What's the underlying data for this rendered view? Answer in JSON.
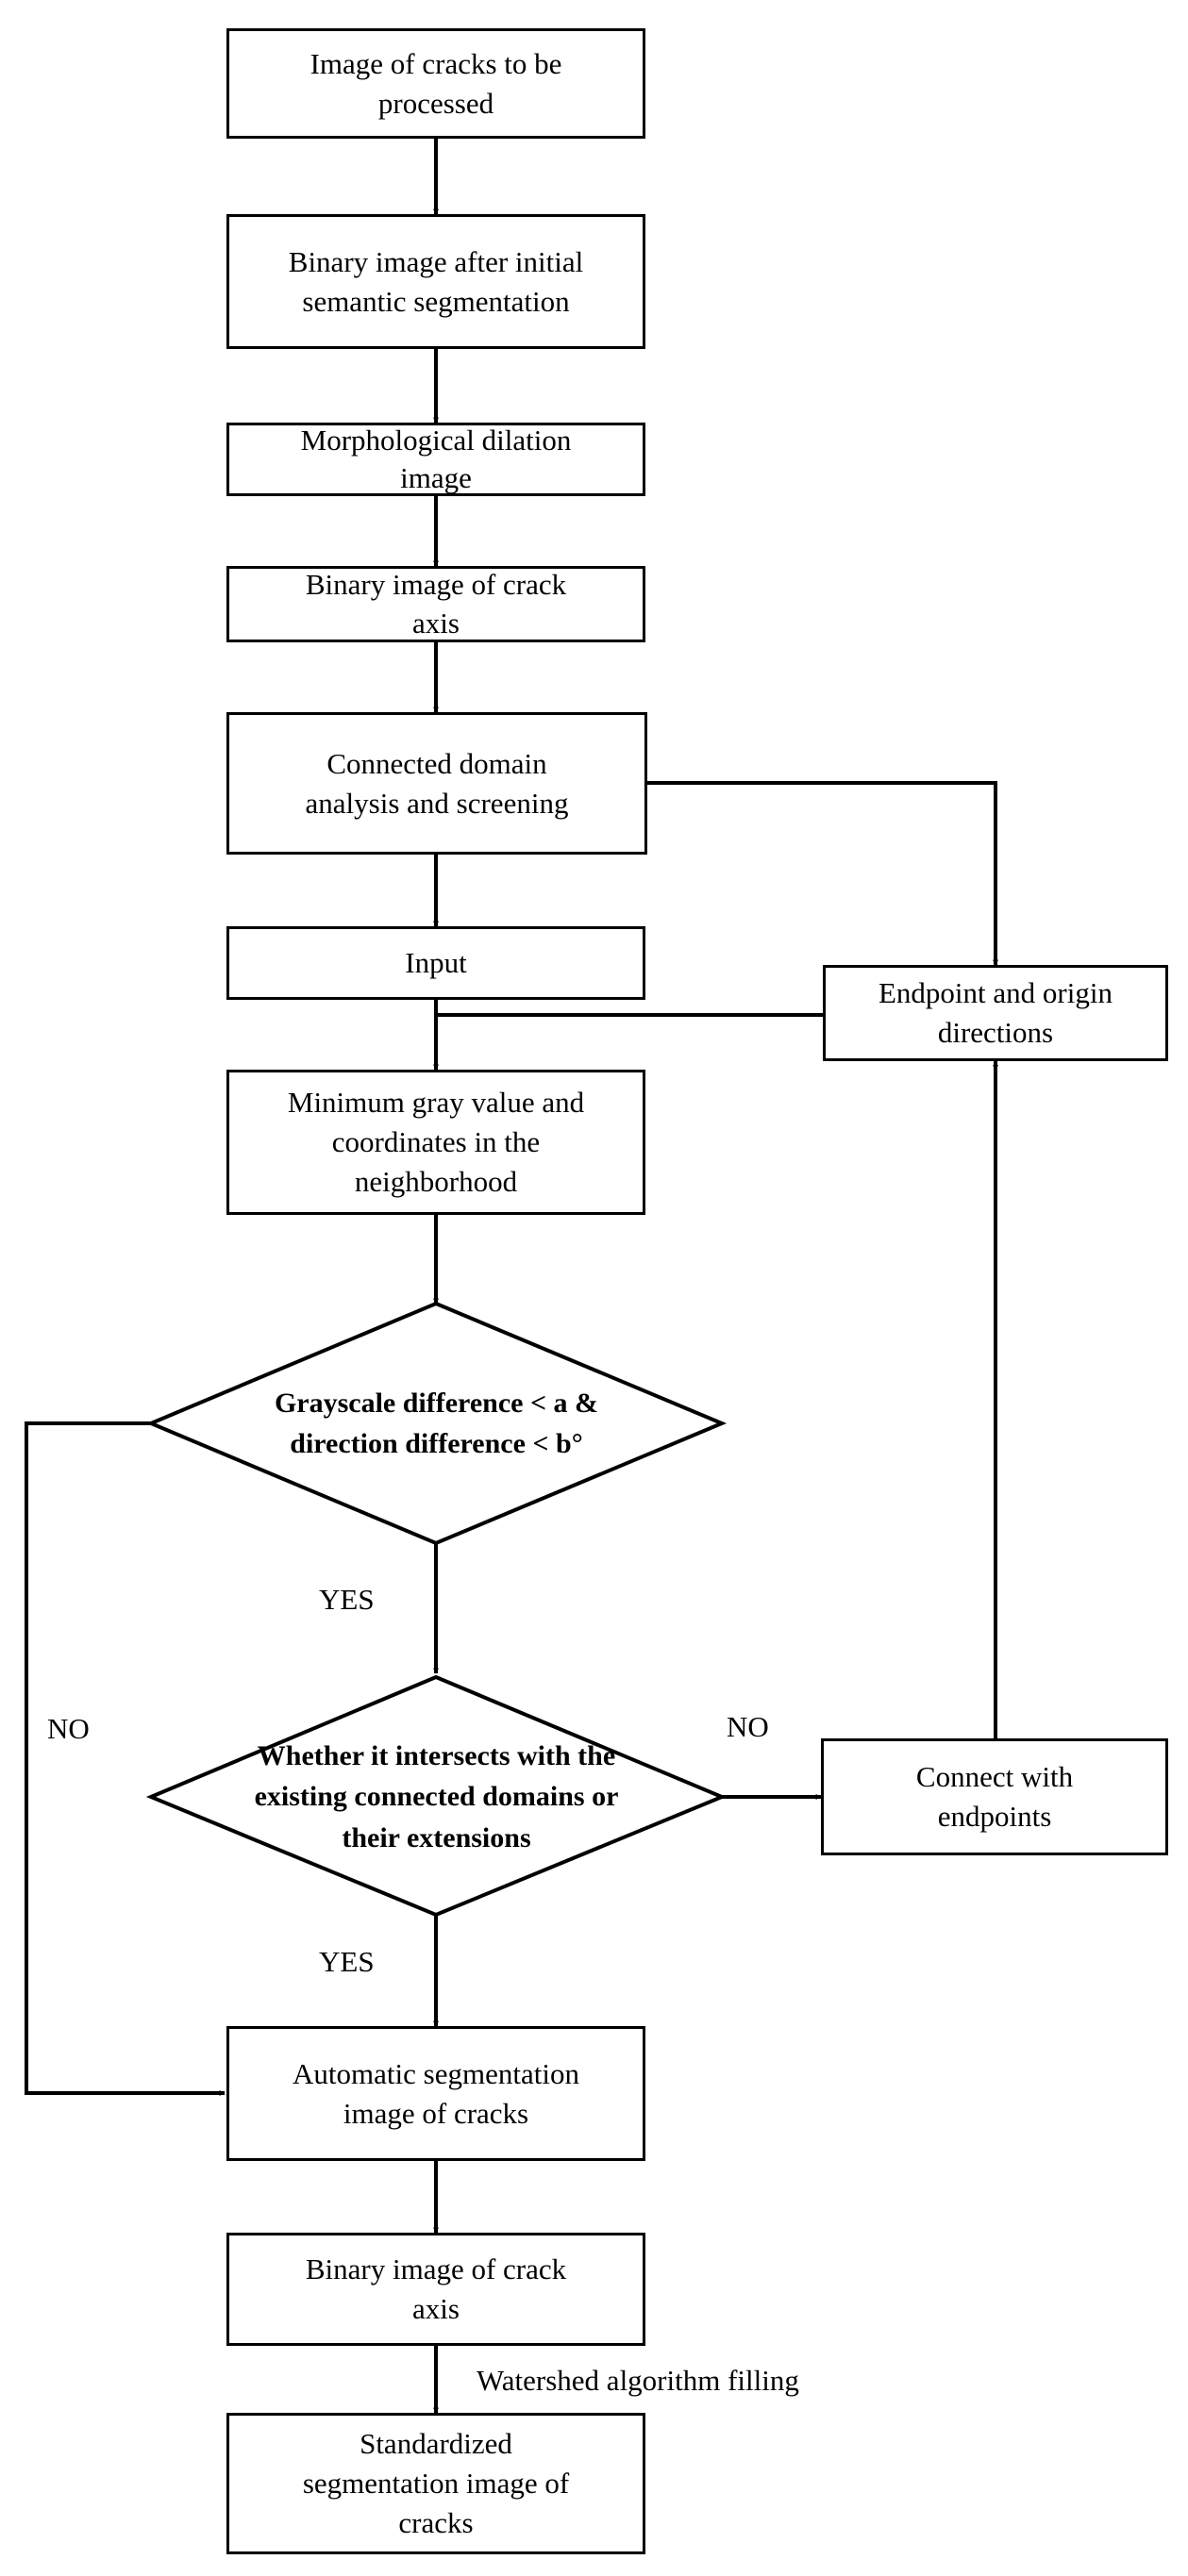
{
  "diagram": {
    "steps": {
      "image_to_process": "Image of cracks to be\nprocessed",
      "binary_after_segmentation": "Binary image after initial\nsemantic segmentation",
      "morphological_dilation": "Morphological dilation\nimage",
      "binary_axis_1": "Binary image of crack\naxis",
      "connected_domain_analysis": "Connected domain\nanalysis and screening",
      "input": "Input",
      "endpoint_directions": "Endpoint and origin\ndirections",
      "min_gray_value": "Minimum gray value and\ncoordinates in the\nneighborhood",
      "connect_endpoints": "Connect with\nendpoints",
      "automatic_segmentation": "Automatic segmentation\nimage of cracks",
      "binary_axis_2": "Binary image of crack\naxis",
      "standardized_segmentation": "Standardized\nsegmentation image of\ncracks"
    },
    "decisions": {
      "grayscale_check": "Grayscale difference < a &\ndirection difference < b°",
      "intersection_check": "Whether it intersects with the\nexisting connected domains or\ntheir extensions"
    },
    "edge_labels": {
      "yes_1": "YES",
      "yes_2": "YES",
      "no_left": "NO",
      "no_right": "NO",
      "watershed": "Watershed algorithm filling"
    }
  }
}
